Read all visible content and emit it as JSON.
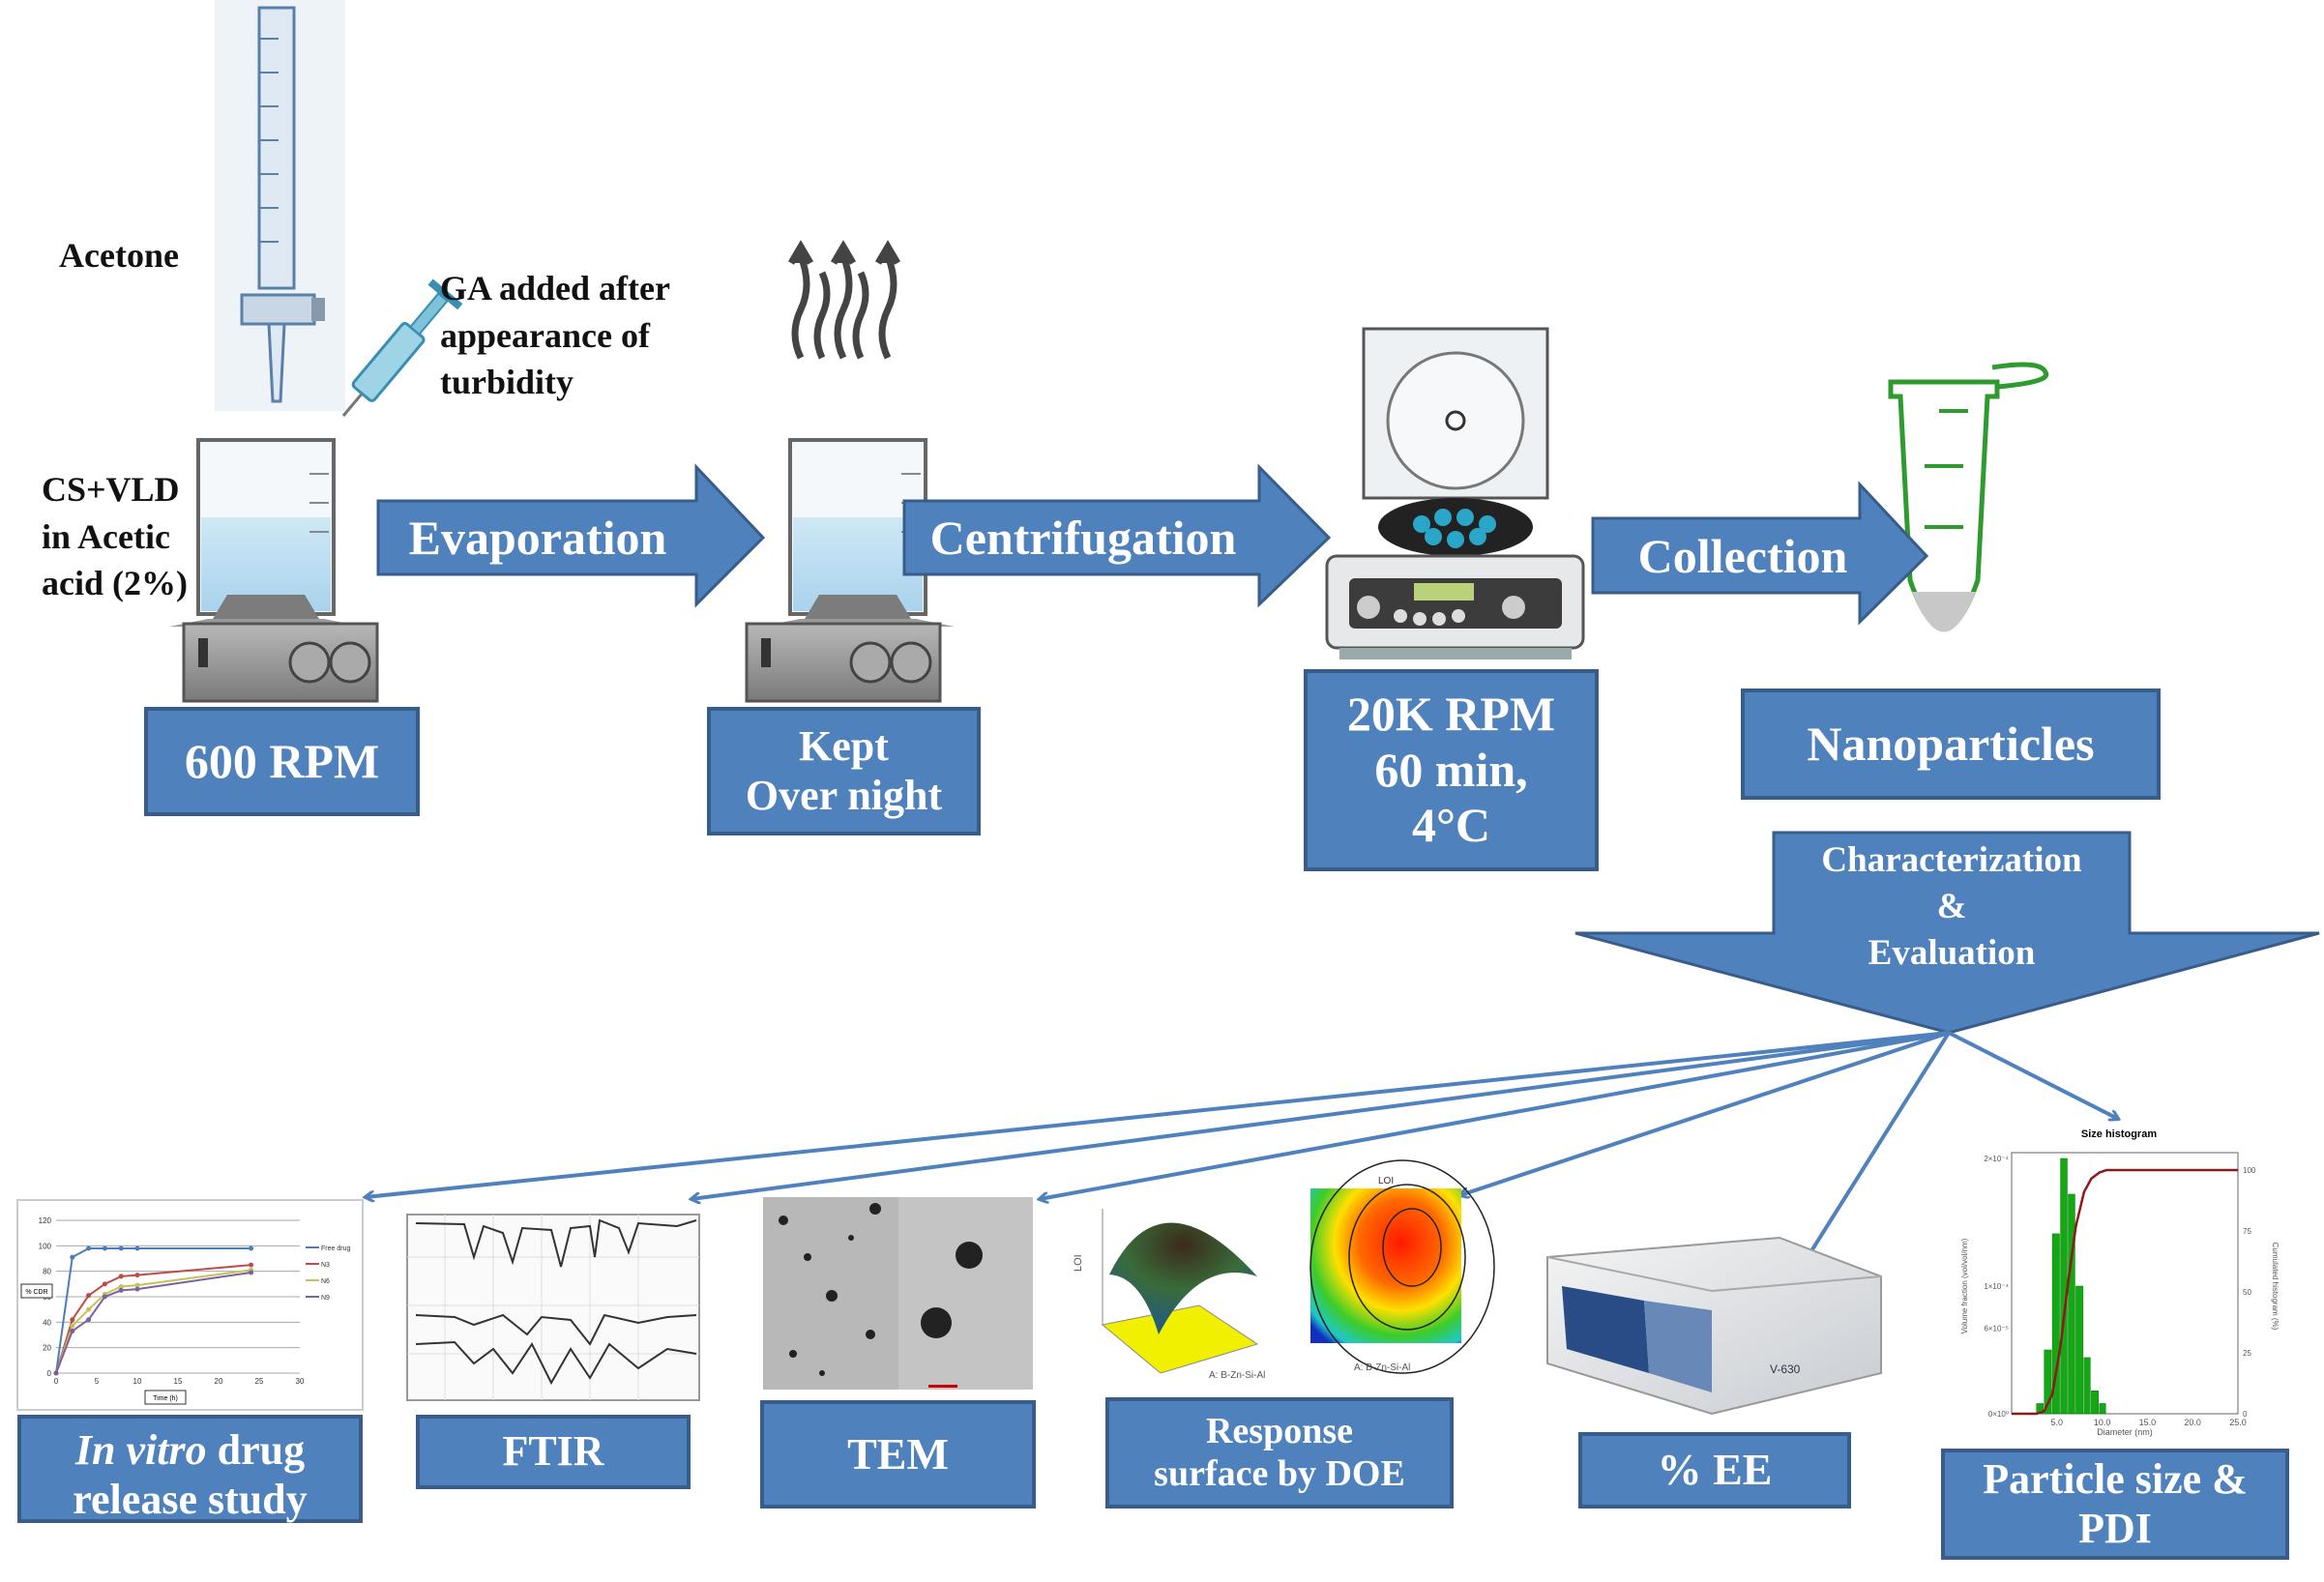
{
  "labels": {
    "acetone": "Acetone",
    "ga_note": "GA added after appearance of turbidity",
    "cs_vld": "CS+VLD in Acetic acid (2%)"
  },
  "steps": {
    "evaporation": "Evaporation",
    "centrifugation": "Centrifugation",
    "collection": "Collection"
  },
  "boxes": {
    "rpm600": "600 RPM",
    "kept_line1": "Kept",
    "kept_line2": "Over night",
    "centri_line1": "20K RPM",
    "centri_line2": "60 min,",
    "centri_line3": "4°C",
    "nanoparticles": "Nanoparticles"
  },
  "characterization": {
    "line1": "Characterization",
    "line2": "&",
    "line3": "Evaluation"
  },
  "evaluations": {
    "invitro_italic": "In vitro",
    "invitro_rest": " drug release study",
    "ftir": "FTIR",
    "tem": "TEM",
    "response": "Response surface by DOE",
    "ee": "% EE",
    "particle": "Particle size & PDI"
  },
  "colors": {
    "box_fill": "#4f81bd",
    "box_border": "#385d8a",
    "arrow_line": "#4f81bd"
  },
  "chart_data": [
    {
      "type": "line",
      "title": "",
      "xlabel": "Time (h)",
      "ylabel": "% CDR",
      "xlim": [
        0,
        30
      ],
      "ylim": [
        0,
        120
      ],
      "xticks": [
        "0",
        "5",
        "10",
        "15",
        "20",
        "25",
        "30"
      ],
      "yticks": [
        "0",
        "20",
        "40",
        "60",
        "80",
        "100",
        "120"
      ],
      "legend": "right",
      "x": [
        0,
        2,
        4,
        6,
        8,
        10,
        24
      ],
      "series": [
        {
          "name": "Free drug",
          "color": "#4a7ebb",
          "values": [
            0,
            91,
            98,
            98,
            98,
            98,
            98
          ]
        },
        {
          "name": "N3",
          "color": "#be4b48",
          "values": [
            0,
            42,
            61,
            70,
            76,
            77,
            85
          ]
        },
        {
          "name": "N6",
          "color": "#c3c35a",
          "values": [
            0,
            37,
            50,
            62,
            68,
            69,
            81
          ]
        },
        {
          "name": "N9",
          "color": "#7d60a0",
          "values": [
            0,
            33,
            42,
            60,
            65,
            66,
            79
          ]
        }
      ]
    },
    {
      "type": "bar",
      "title": "Size histogram",
      "xlabel": "Diameter (nm)",
      "ylabel": "Volume fraction (vol/vol/nm)",
      "y2label": "Cumulated histogram (%)",
      "xlim": [
        0,
        25
      ],
      "xticks": [
        "5.0",
        "10.0",
        "15.0",
        "20.0",
        "25.0"
      ],
      "yticks": [
        "0×10⁰",
        "6×10⁻⁵",
        "1×10⁻⁴",
        "2×10⁻⁴"
      ],
      "y2ticks": [
        "0",
        "25",
        "50",
        "75",
        "100"
      ],
      "bin_edges": [
        2.75,
        3.6,
        4.5,
        5.4,
        6.25,
        7.1,
        8.0,
        8.8,
        9.7,
        10.5
      ],
      "values_e4": [
        0.08,
        0.5,
        1.41,
        2.0,
        1.72,
        1.0,
        0.44,
        0.18,
        0.08
      ]
    }
  ]
}
